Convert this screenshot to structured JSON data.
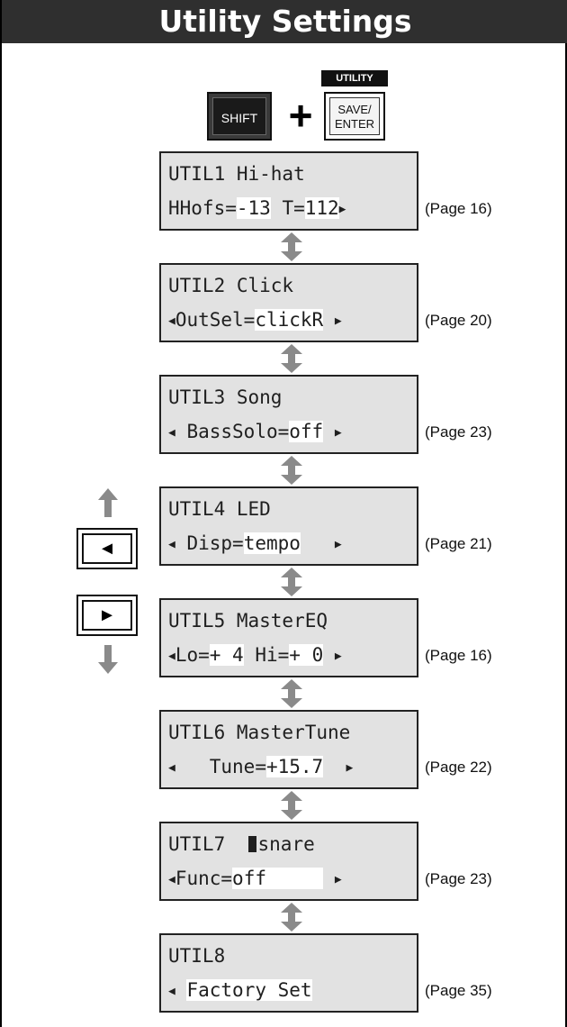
{
  "title": "Utility Settings",
  "combo": {
    "shift_label": "SHIFT",
    "plus": "+",
    "utility_label": "UTILITY",
    "save_label_line1": "SAVE/",
    "save_label_line2": "ENTER"
  },
  "screens": [
    {
      "line1": "UTIL1 Hi-hat",
      "page": "(Page 16)",
      "l2": {
        "a": "HHofs=",
        "b": "-13",
        "c": " T=",
        "d": "112"
      }
    },
    {
      "line1": "UTIL2 Click",
      "page": "(Page 20)",
      "l2": {
        "a": "OutSel=",
        "b": "clickR",
        "c": " "
      }
    },
    {
      "line1": "UTIL3 Song",
      "page": "(Page 23)",
      "l2": {
        "a": " BassSolo=",
        "b": "off",
        "c": " "
      }
    },
    {
      "line1": "UTIL4 LED",
      "page": "(Page 21)",
      "l2": {
        "a": " Disp=",
        "b": "tempo",
        "c": "   "
      }
    },
    {
      "line1": "UTIL5 MasterEQ",
      "page": "(Page 16)",
      "l2": {
        "a": "Lo=",
        "b": "+ 4",
        "c": " Hi=",
        "d": "+ 0",
        "e": " "
      }
    },
    {
      "line1": "UTIL6 MasterTune",
      "page": "(Page 22)",
      "l2": {
        "a": "   Tune=",
        "b": "+15.7",
        "c": "  "
      }
    },
    {
      "line1a": "UTIL7  ",
      "line1b": "snare",
      "page": "(Page 23)",
      "l2": {
        "a": "Func=",
        "b": "off     ",
        "c": " "
      }
    },
    {
      "line1": "UTIL8",
      "page": "(Page 35)",
      "l2": {
        "a": " ",
        "b": "Factory Set",
        "c": "   "
      }
    }
  ],
  "icons": {
    "left_arrow_glyph": "◄",
    "right_arrow_glyph": "►",
    "colors": {
      "title_bar": "#2f2f2f",
      "lcd_bg": "#e2e2e2",
      "arrow_gray": "#8a8a8a"
    }
  }
}
